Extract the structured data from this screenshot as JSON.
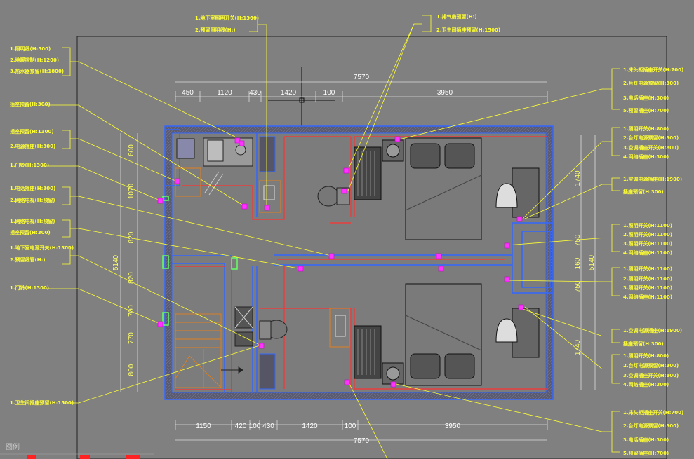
{
  "dimensions": {
    "top_total": "7570",
    "top_segments": [
      "450",
      "1120",
      "430",
      "1420",
      "100",
      "3950"
    ],
    "bottom_total": "7570",
    "bottom_segments": [
      "1150",
      "420",
      "100",
      "430",
      "1420",
      "100",
      "3950"
    ],
    "left_total": "5140",
    "left_segments": [
      "600",
      "1070",
      "820",
      "820",
      "700",
      "770",
      "800"
    ],
    "right_total": "5140",
    "right_segments": [
      "1740",
      "750",
      "160",
      "750",
      "1740"
    ]
  },
  "left_callouts": [
    "1.照明线(H:500)",
    "2.地暖控制(H:1200)",
    "3.热水器预留(H:1800)",
    "插座预留(H:300)",
    "插座预留(H:1300)",
    "2.电源插座(H:300)",
    "1.门铃(H:1300)",
    "1.电话插座(H:300)",
    "2.网络电视(H:预留)",
    "1.网络电视(H:预留)",
    "插座预留(H:300)",
    "1.地下室电源开关(H:1300)",
    "2.预留线管(H:)",
    "1.门铃(H:1300)",
    "1.卫生间插座预留(H:1500)"
  ],
  "top_callouts": [
    "1.地下室照明开关(H:1300)",
    "2.预留照明线(H:)",
    "1.排气扇预留(H:)",
    "2.卫生间插座预留(H:1500)"
  ],
  "right_callouts": [
    "1.床头柜插座开关(H:700)",
    "2.台灯电源预留(H:300)",
    "3.电话插座(H:300)",
    "5.预留插座(H:700)",
    "1.照明开关(H:800)",
    "2.台灯电源预留(H:300)",
    "3.空调插座开关(H:800)",
    "4.网络插座(H:300)",
    "1.空调电源插座(H:1900)",
    "插座预留(H:300)",
    "1.照明开关(H:1100)",
    "2.照明开关(H:1100)",
    "3.照明开关(H:1100)",
    "4.网络插座(H:1100)",
    "1.照明开关(H:1100)",
    "2.照明开关(H:1100)",
    "3.照明开关(H:1100)",
    "4.网络插座(H:1100)",
    "1.空调电源插座(H:1900)",
    "插座预留(H:300)",
    "1.照明开关(H:800)",
    "2.台灯电源预留(H:300)",
    "3.空调插座开关(H:800)",
    "4.网络插座(H:300)",
    "1.床头柜插座开关(H:700)",
    "2.台灯电源预留(H:300)",
    "3.电话插座(H:300)",
    "5.预留插座(H:700)"
  ],
  "legend_text": "图例",
  "colors": {
    "background": "#808080",
    "wall": "#3366ff",
    "partition": "#ff3333",
    "leader": "#ffff33",
    "dimension": "#dddddd",
    "outlet": "#ff33ff",
    "fixture": "#222222"
  }
}
